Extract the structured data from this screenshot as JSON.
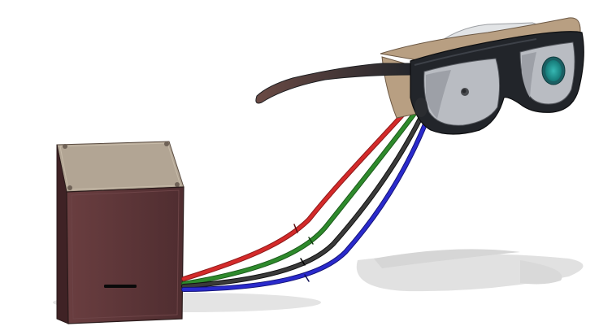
{
  "scene": {
    "background_color": "#ffffff",
    "objects": [
      "control-box",
      "eyewear",
      "cable-bundle"
    ]
  },
  "control_box": {
    "colors": {
      "front": "#5a3436",
      "top": "#b2a594",
      "edge": "#2a1a1a",
      "slot": "#0a0a0a"
    }
  },
  "eyewear": {
    "colors": {
      "frame": "#22252a",
      "frame_highlight": "#3d4148",
      "lens": "#b9bcc2",
      "lens_inner_shade": "#9da0a7",
      "side_panel": "#b89f82",
      "strap": "#e2e4e6",
      "temple_arm_start": "#6a4a44",
      "temple_arm_end": "#24262b",
      "camera_ring": "#1b5f63",
      "camera_center": "#2aa6a2",
      "pupil_hole": "#4a4c50"
    }
  },
  "cables": [
    {
      "name": "red-cable",
      "color": "#d42a2a"
    },
    {
      "name": "green-cable",
      "color": "#2e8a2c"
    },
    {
      "name": "black-cable",
      "color": "#3a3a3a"
    },
    {
      "name": "blue-cable",
      "color": "#2a2acc"
    }
  ],
  "shadow_color": "#dcdcdc"
}
